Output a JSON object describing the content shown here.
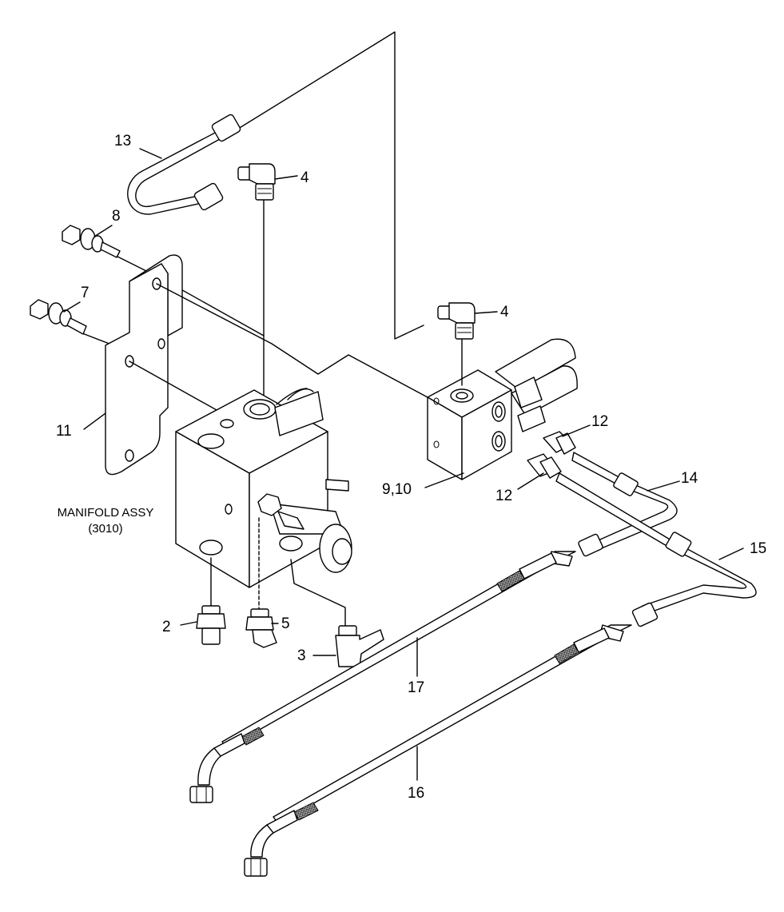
{
  "callouts": {
    "c2": "2",
    "c3": "3",
    "c4a": "4",
    "c4b": "4",
    "c5": "5",
    "c7": "7",
    "c8": "8",
    "c9_10": "9,10",
    "c11": "11",
    "c12a": "12",
    "c12b": "12",
    "c13": "13",
    "c14": "14",
    "c15": "15",
    "c16": "16",
    "c17": "17"
  },
  "manifold": {
    "label_line1": "MANIFOLD ASSY",
    "label_line2": "(3010)"
  }
}
